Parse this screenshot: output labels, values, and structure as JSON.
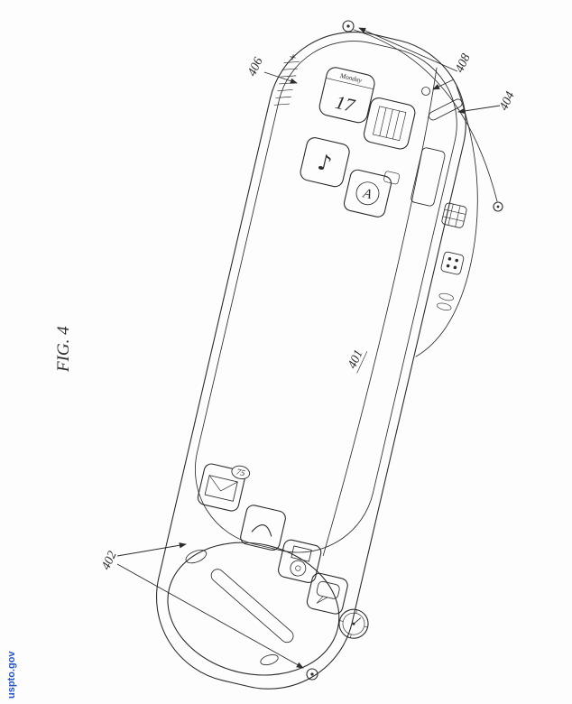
{
  "figure": {
    "label": "FIG. 4",
    "watermark": "uspto.gov"
  },
  "reference_numerals": {
    "display": "401",
    "bottom_end": "402",
    "top_slot": "404",
    "side_edge": "406",
    "top_end": "408"
  },
  "device": {
    "calendar": {
      "day_name": "Monday",
      "day_number": "17"
    },
    "mail_badge_count": "75",
    "maps_letter": "A",
    "music_note_glyph": "♪",
    "volume_plus_mark": "+"
  },
  "icons": [
    "calendar-icon",
    "video-icon",
    "music-icon",
    "maps-icon",
    "speaker-grille-icon",
    "keypad-icon",
    "dots-icon",
    "edge-oval-icon",
    "mail-icon",
    "mail-badge",
    "phone-icon",
    "media-player-icon",
    "chat-icon",
    "compass-icon",
    "pin-hole-icon"
  ],
  "colors": {
    "ink": "#2c2c2c",
    "paper": "#fdfdfd",
    "watermark_blue": "#2457c5"
  }
}
